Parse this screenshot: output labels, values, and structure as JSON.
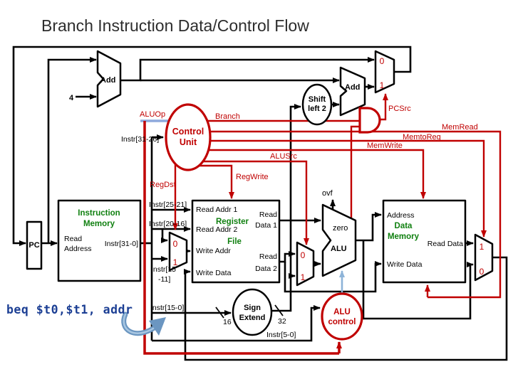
{
  "title": "Branch Instruction Data/Control Flow",
  "instruction": "beq $t0,$t1, addr",
  "colors": {
    "control_signal": "#c00000",
    "datapath_wire": "#000000",
    "memory_unit_label": "#108010",
    "instruction_text": "#1c3f94",
    "alu_control_signal": "#8eb4d8"
  },
  "components": {
    "pc": {
      "label": "PC"
    },
    "pc_adder": {
      "label": "Add"
    },
    "branch_adder": {
      "label": "Add"
    },
    "shift_left_2": {
      "line1": "Shift",
      "line2": "left 2"
    },
    "control_unit": {
      "line1": "Control",
      "line2": "Unit"
    },
    "instruction_memory": {
      "title_line1": "Instruction",
      "title_line2": "Memory",
      "port_read_address_line1": "Read",
      "port_read_address_line2": "Address",
      "port_out": "Instr[31-0]"
    },
    "register_file": {
      "title_line1": "Register",
      "title_line2": "File",
      "port_read_addr_1": "Read Addr 1",
      "port_read_addr_2": "Read Addr 2",
      "port_write_addr": "Write Addr",
      "port_write_data": "Write Data",
      "port_read_data_1_line1": "Read",
      "port_read_data_1_line2": "Data 1",
      "port_read_data_2_line1": "Read",
      "port_read_data_2_line2": "Data 2"
    },
    "alu": {
      "label": "ALU",
      "zero": "zero",
      "ovf": "ovf"
    },
    "data_memory": {
      "title_line1": "Data",
      "title_line2": "Memory",
      "port_address": "Address",
      "port_read_data": "Read Data",
      "port_write_data": "Write Data"
    },
    "sign_extend": {
      "line1": "Sign",
      "line2": "Extend"
    },
    "alu_control": {
      "line1": "ALU",
      "line2": "control"
    }
  },
  "signals": {
    "aluop": "ALUOp",
    "branch": "Branch",
    "memread": "MemRead",
    "memtoreg": "MemtoReg",
    "memwrite": "MemWrite",
    "alusrc": "ALUSrc",
    "regwrite": "RegWrite",
    "regdst": "RegDst",
    "pcsrc": "PCSrc"
  },
  "buses": {
    "instr_31_26": "Instr[31-26]",
    "instr_25_21": "Instr[25-21]",
    "instr_20_16": "Instr[20-16]",
    "instr_15_11_line1": "Instr[15",
    "instr_15_11_line2": "-11]",
    "instr_15_0": "Instr[15-0]",
    "instr_5_0": "Instr[5-0]",
    "width_16": "16",
    "width_32": "32",
    "pc_increment": "4"
  },
  "mux_labels": {
    "zero": "0",
    "one": "1"
  }
}
